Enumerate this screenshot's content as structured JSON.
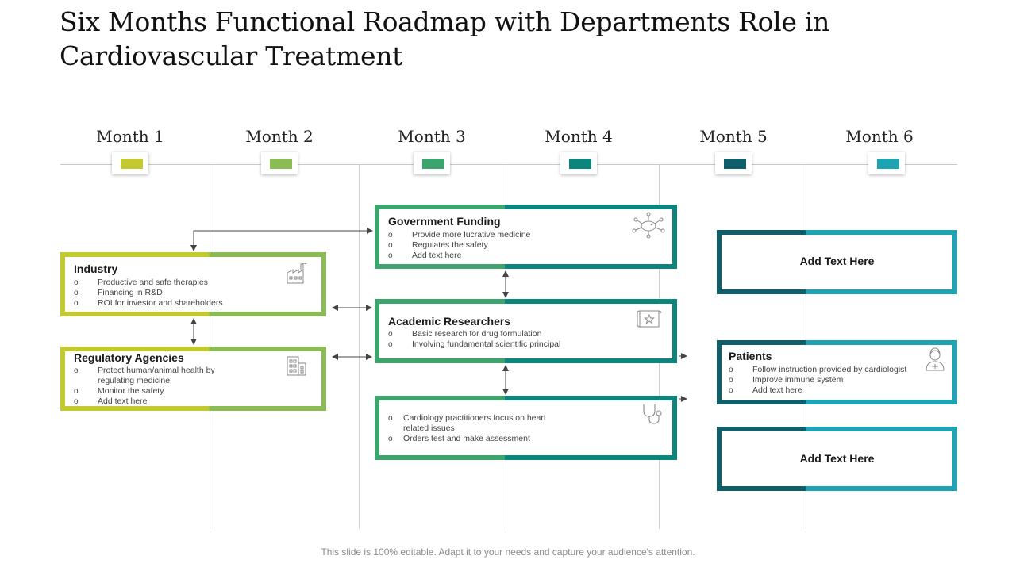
{
  "title": "Six Months Functional Roadmap with Departments Role in Cardiovascular Treatment",
  "months": [
    {
      "label": "Month 1",
      "color": "#c3c930"
    },
    {
      "label": "Month 2",
      "color": "#8bbb54"
    },
    {
      "label": "Month 3",
      "color": "#3ea46e"
    },
    {
      "label": "Month 4",
      "color": "#0c857d"
    },
    {
      "label": "Month 5",
      "color": "#105e69"
    },
    {
      "label": "Month 6",
      "color": "#1ea3b3"
    }
  ],
  "cards": {
    "industry": {
      "title": "Industry",
      "items": [
        "Productive and safe therapies",
        "Financing in R&D",
        "ROI  for investor and shareholders"
      ],
      "icon": "factory-icon"
    },
    "regulatory": {
      "title": "Regulatory Agencies",
      "items": [
        "Protect human/animal health by regulating medicine",
        "Monitor the safety",
        "Add text here"
      ],
      "icon": "building-icon"
    },
    "government": {
      "title": "Government Funding",
      "items": [
        "Provide more lucrative medicine",
        "Regulates the safety",
        "Add text here"
      ],
      "icon": "piggy-bank-icon"
    },
    "academic": {
      "title": "Academic Researchers",
      "items": [
        "Basic research for drug formulation",
        "Involving fundamental scientific principal"
      ],
      "icon": "certificate-icon"
    },
    "cardiology": {
      "items": [
        "Cardiology practitioners focus on heart related issues",
        "Orders test and make assessment"
      ],
      "icon": "stethoscope-icon"
    },
    "add1": {
      "title": "Add Text Here"
    },
    "patients": {
      "title": "Patients",
      "items": [
        "Follow instruction provided by cardiologist",
        "Improve immune  system",
        "Add text here"
      ],
      "icon": "patient-icon"
    },
    "add2": {
      "title": "Add Text Here"
    }
  },
  "footer": "This slide is 100% editable. Adapt it to your needs and capture your audience's attention."
}
